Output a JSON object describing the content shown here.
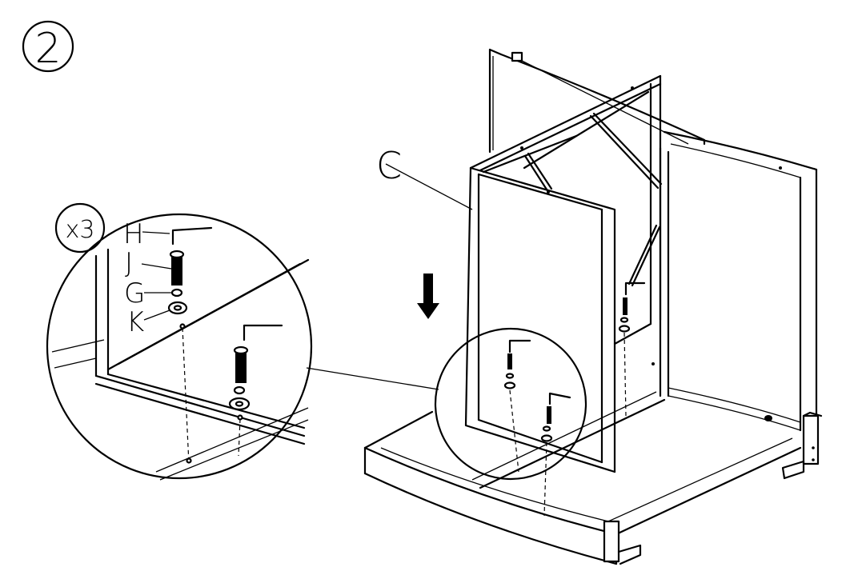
{
  "step": {
    "number": "2"
  },
  "callouts": {
    "frame_label": "C",
    "quantity": "x3",
    "hex_key_label": "H",
    "bolt_label": "J",
    "lock_washer_label": "G",
    "flat_washer_label": "K"
  },
  "icons": {
    "direction": "arrow-down-icon"
  }
}
